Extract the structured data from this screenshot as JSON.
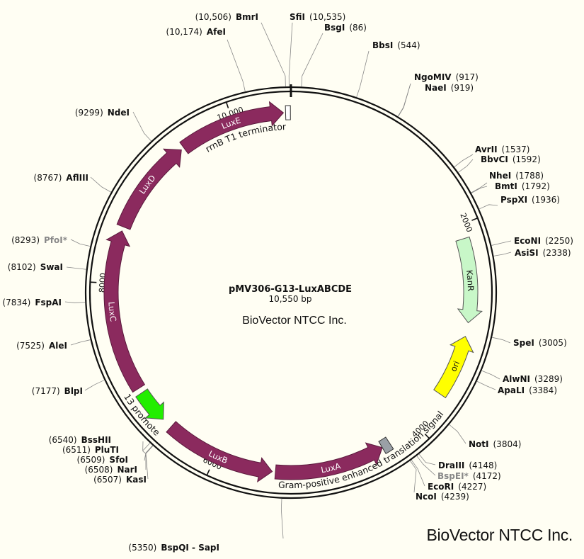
{
  "plasmid": {
    "name": "pMV306-G13-LuxABCDE",
    "size_label": "10,550 bp",
    "length": 10550,
    "center_text": "BioVector NTCC Inc."
  },
  "watermark": "BioVector NTCC Inc.",
  "ticks": [
    {
      "pos": 2000,
      "label": "2000"
    },
    {
      "pos": 4000,
      "label": "4000"
    },
    {
      "pos": 6000,
      "label": "6000"
    },
    {
      "pos": 8000,
      "label": "8000"
    },
    {
      "pos": 10000,
      "label": "10,000"
    }
  ],
  "features": [
    {
      "name": "LuxA",
      "label": "LuxA",
      "start": 4380,
      "end": 5420,
      "strand": -1,
      "color": "#8b2a5e",
      "kind": "arrow"
    },
    {
      "name": "Gram-positive enhanced translation signal",
      "label": "Gram-positive enhanced translation signal",
      "start": 4300,
      "end": 4380,
      "strand": 1,
      "color": "#9aa0a6",
      "kind": "box"
    },
    {
      "name": "LuxB",
      "label": "LuxB",
      "start": 5450,
      "end": 6500,
      "strand": -1,
      "color": "#8b2a5e",
      "kind": "arrow"
    },
    {
      "name": "G13 promoter",
      "label": "G13 promoter",
      "start": 6600,
      "end": 6920,
      "strand": -1,
      "color": "#22ee00",
      "kind": "arrow"
    },
    {
      "name": "LuxC",
      "label": "LuxC",
      "start": 6970,
      "end": 8500,
      "strand": 1,
      "color": "#8b2a5e",
      "kind": "arrow"
    },
    {
      "name": "LuxD",
      "label": "LuxD",
      "start": 8540,
      "end": 9450,
      "strand": 1,
      "color": "#8b2a5e",
      "kind": "arrow"
    },
    {
      "name": "LuxE",
      "label": "LuxE",
      "start": 9480,
      "end": 10480,
      "strand": 1,
      "color": "#8b2a5e",
      "kind": "arrow"
    },
    {
      "name": "rrnB T1 terminator",
      "label": "rrnB T1 terminator",
      "start": 10500,
      "end": 10545,
      "strand": 1,
      "color": "#ffffff",
      "kind": "box"
    },
    {
      "name": "KanR",
      "label": "KanR",
      "start": 2130,
      "end": 2920,
      "strand": 1,
      "color": "#c8f7c8",
      "kind": "arrow"
    },
    {
      "name": "ori",
      "label": "ori",
      "start": 3050,
      "end": 3640,
      "strand": -1,
      "color": "#ffff00",
      "kind": "arrow"
    }
  ],
  "sites": [
    {
      "name": "BbsI",
      "pos_text": "(544)",
      "pos": 544
    },
    {
      "name": "NgoMIV",
      "pos_text": "(917)",
      "pos": 917
    },
    {
      "name": "NaeI",
      "pos_text": "(919)",
      "pos": 919
    },
    {
      "name": "AvrII",
      "pos_text": "(1537)",
      "pos": 1537
    },
    {
      "name": "BbvCI",
      "pos_text": "(1592)",
      "pos": 1592
    },
    {
      "name": "NheI",
      "pos_text": "(1788)",
      "pos": 1788
    },
    {
      "name": "BmtI",
      "pos_text": "(1792)",
      "pos": 1792
    },
    {
      "name": "PspXI",
      "pos_text": "(1936)",
      "pos": 1936
    },
    {
      "name": "EcoNI",
      "pos_text": "(2250)",
      "pos": 2250
    },
    {
      "name": "AsiSI",
      "pos_text": "(2338)",
      "pos": 2338
    },
    {
      "name": "SpeI",
      "pos_text": "(3005)",
      "pos": 3005
    },
    {
      "name": "AlwNI",
      "pos_text": "(3289)",
      "pos": 3289
    },
    {
      "name": "ApaLI",
      "pos_text": "(3384)",
      "pos": 3384
    },
    {
      "name": "NotI",
      "pos_text": "(3804)",
      "pos": 3804
    },
    {
      "name": "DraIII",
      "pos_text": "(4148)",
      "pos": 4148
    },
    {
      "name": "BspEI*",
      "pos_text": "(4172)",
      "pos": 4172,
      "dim": true
    },
    {
      "name": "EcoRI",
      "pos_text": "(4227)",
      "pos": 4227
    },
    {
      "name": "NcoI",
      "pos_text": "(4239)",
      "pos": 4239
    },
    {
      "name": "BspQI - SapI",
      "pos_text": "(5350)",
      "pos": 5350
    },
    {
      "name": "BssHII",
      "pos_text": "(6540)",
      "pos": 6540
    },
    {
      "name": "PluTI",
      "pos_text": "(6511)",
      "pos": 6511
    },
    {
      "name": "SfoI",
      "pos_text": "(6509)",
      "pos": 6509
    },
    {
      "name": "NarI",
      "pos_text": "(6508)",
      "pos": 6508
    },
    {
      "name": "KasI",
      "pos_text": "(6507)",
      "pos": 6507
    },
    {
      "name": "BlpI",
      "pos_text": "(7177)",
      "pos": 7177
    },
    {
      "name": "AleI",
      "pos_text": "(7525)",
      "pos": 7525
    },
    {
      "name": "FspAI",
      "pos_text": "(7834)",
      "pos": 7834
    },
    {
      "name": "SwaI",
      "pos_text": "(8102)",
      "pos": 8102
    },
    {
      "name": "PfoI*",
      "pos_text": "(8293)",
      "pos": 8293,
      "dim": true
    },
    {
      "name": "AflIII",
      "pos_text": "(8767)",
      "pos": 8767
    },
    {
      "name": "NdeI",
      "pos_text": "(9299)",
      "pos": 9299
    },
    {
      "name": "AfeI",
      "pos_text": "(10,174)",
      "pos": 10174
    },
    {
      "name": "BmrI",
      "pos_text": "(10,506)",
      "pos": 10506
    },
    {
      "name": "SfiI",
      "pos_text": "(10,535)",
      "pos": 10535
    },
    {
      "name": "BsgI",
      "pos_text": "(86)",
      "pos": 86
    }
  ]
}
